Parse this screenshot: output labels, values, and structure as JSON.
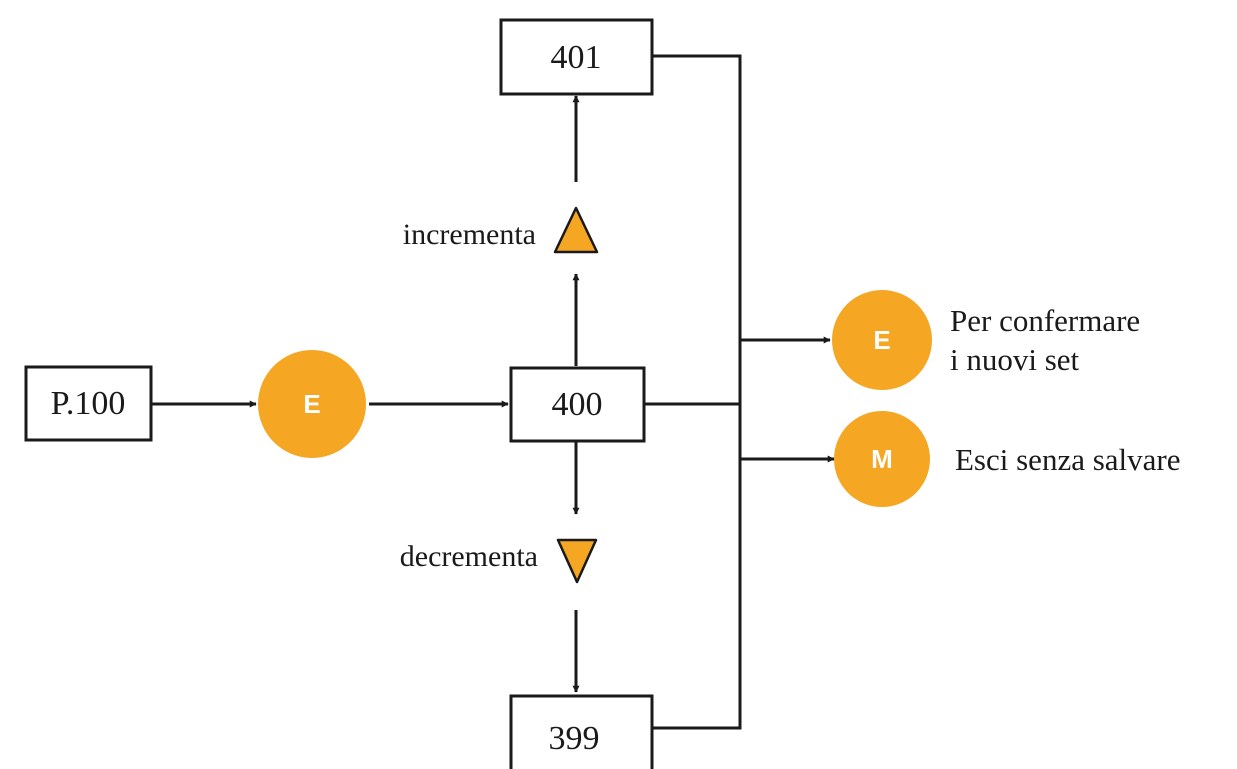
{
  "boxes": {
    "start": "P.100",
    "current": "400",
    "up": "401",
    "down": "399"
  },
  "buttons": {
    "enter": "E",
    "confirm": "E",
    "menu": "M"
  },
  "labels": {
    "increment": "incrementa",
    "decrement": "decrementa",
    "confirm_line1": "Per confermare",
    "confirm_line2": "i nuovi set",
    "exit": "Esci senza salvare"
  },
  "colors": {
    "button": "#f5a623",
    "stroke": "#1a1a1a"
  },
  "icons": {
    "increment": "triangle-up-icon",
    "decrement": "triangle-down-icon"
  }
}
